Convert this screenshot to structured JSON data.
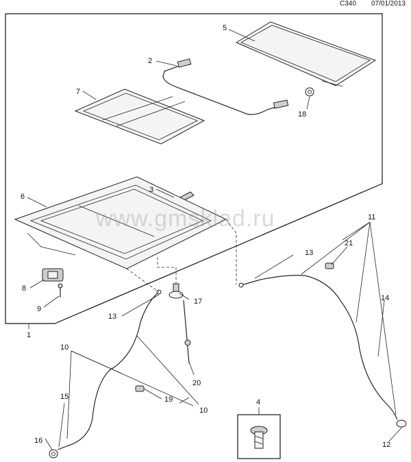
{
  "header": {
    "code": "C340",
    "date": "07/01/2013"
  },
  "watermark": "www.gmsklad.ru",
  "callouts": {
    "p1": "1",
    "p2": "2",
    "p3": "3",
    "p4": "4",
    "p5": "5",
    "p6": "6",
    "p7": "7",
    "p8": "8",
    "p9": "9",
    "p10a": "10",
    "p10b": "10",
    "p11": "11",
    "p12": "12",
    "p13a": "13",
    "p13b": "13",
    "p14": "14",
    "p15": "15",
    "p16": "16",
    "p17": "17",
    "p18": "18",
    "p19": "19",
    "p20": "20",
    "p21": "21"
  }
}
